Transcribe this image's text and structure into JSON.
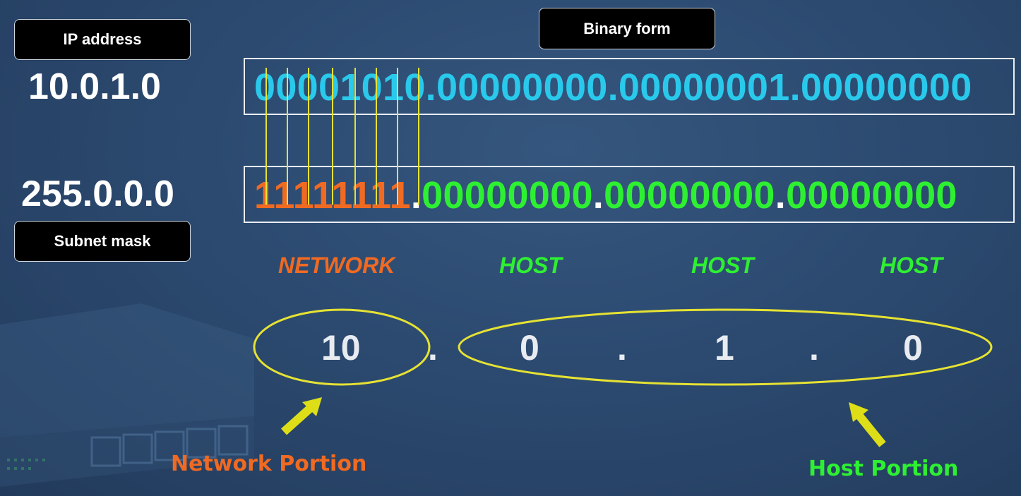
{
  "labels": {
    "ip_address": "IP address",
    "binary_form": "Binary form",
    "subnet_mask": "Subnet mask"
  },
  "ip": {
    "dotted": "10.0.1.0",
    "binary": "00001010.00000000.00000001.00000000"
  },
  "mask": {
    "dotted": "255.0.0.0",
    "ones": "11111111",
    "rest": [
      ".",
      "00000000",
      ".",
      "00000000",
      ".",
      "00000000"
    ]
  },
  "portions": {
    "network": "NETWORK",
    "host_1": "HOST",
    "host_2": "HOST",
    "host_3": "HOST"
  },
  "octets": {
    "first": "10",
    "dot": ".",
    "second": "0",
    "third": "1",
    "fourth": "0"
  },
  "captions": {
    "network_portion": "Network Portion",
    "host_portion": "Host Portion"
  },
  "colors": {
    "network": "#f06a22",
    "host": "#2ef032",
    "ip_binary": "#29c9ec",
    "highlight": "#e6e233",
    "arrow": "#dede18"
  }
}
